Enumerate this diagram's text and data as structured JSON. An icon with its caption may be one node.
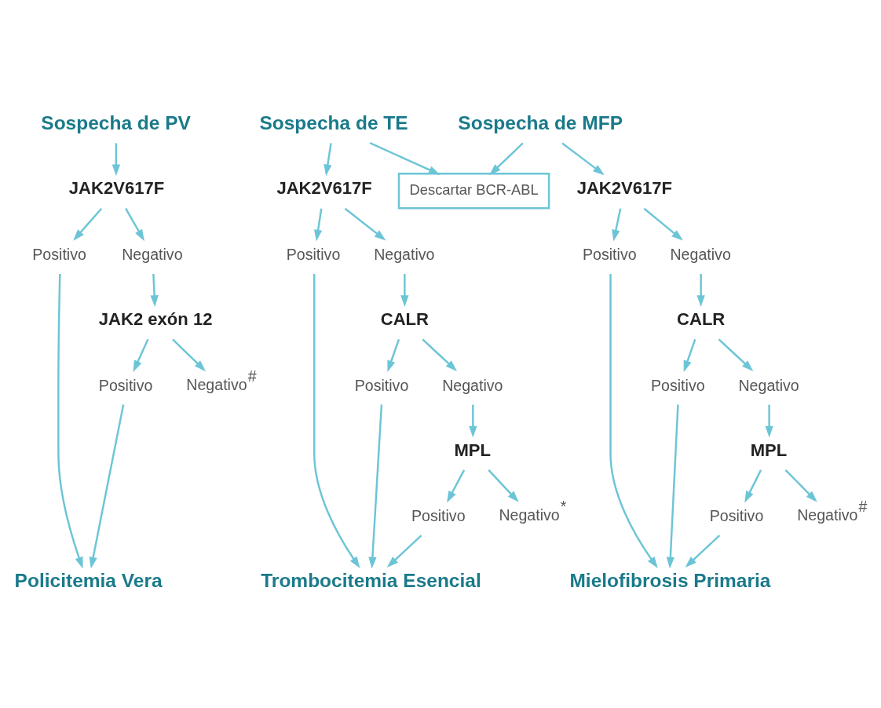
{
  "diagram": {
    "nodes": [
      {
        "text": [
          "Sospecha de PV"
        ]
      },
      {
        "text": [
          "Sospecha de TE"
        ]
      },
      {
        "text": [
          "Sospecha de MFP"
        ]
      },
      {
        "text": [
          "Descartar BCR-ABL"
        ]
      },
      {
        "text": [
          "JAK2V617F"
        ]
      },
      {
        "text": [
          "JAK2V617F"
        ]
      },
      {
        "text": [
          "JAK2V617F"
        ]
      },
      {
        "text": [
          "Positivo"
        ]
      },
      {
        "text": [
          "Negativo"
        ]
      },
      {
        "text": [
          "Positivo"
        ]
      },
      {
        "text": [
          "Negativo"
        ]
      },
      {
        "text": [
          "Positivo"
        ]
      },
      {
        "text": [
          "Negativo"
        ]
      },
      {
        "text": [
          "CALR"
        ]
      },
      {
        "text": [
          "CALR"
        ]
      },
      {
        "text": [
          "JAK2 exón 12"
        ]
      },
      {
        "text": [
          "Positivo"
        ]
      },
      {
        "text": [
          "Negativo"
        ]
      },
      {
        "text": [
          "Positivo"
        ]
      },
      {
        "text": [
          "Negativo"
        ]
      },
      {
        "text": [
          "Positivo"
        ]
      },
      {
        "text": [
          "Negativo$^{#}$"
        ]
      },
      {
        "text": [
          "MPL"
        ]
      },
      {
        "text": [
          "MPL"
        ]
      },
      {
        "text": [
          "Positivo"
        ]
      },
      {
        "text": [
          "Negativo$^{*}$"
        ]
      },
      {
        "text": [
          "Positivo"
        ]
      },
      {
        "text": [
          "Negativo$^{#}$"
        ]
      },
      {
        "text": [
          "Policitemia Vera"
        ]
      },
      {
        "text": [
          "Trombocitemia Esencial"
        ]
      },
      {
        "text": [
          "Mielofibrosis Primaria"
        ]
      }
    ],
    "edges": [
      {
        "from": 0,
        "to": 4,
        "arrow": "to"
      },
      {
        "from": 1,
        "to": 5,
        "arrow": "to"
      },
      {
        "from": 1,
        "to": 3,
        "arrow": "to"
      },
      {
        "from": 2,
        "to": 3,
        "arrow": "to"
      },
      {
        "from": 2,
        "to": 6,
        "arrow": "to"
      },
      {
        "from": 4,
        "to": 7,
        "arrow": "to"
      },
      {
        "from": 4,
        "to": 8,
        "arrow": "to"
      },
      {
        "from": 5,
        "to": 9,
        "arrow": "to"
      },
      {
        "from": 5,
        "to": 10,
        "arrow": "to"
      },
      {
        "from": 6,
        "to": 11,
        "arrow": "to"
      },
      {
        "from": 6,
        "to": 12,
        "arrow": "to"
      },
      {
        "from": 7,
        "to": 28,
        "arrow": "to"
      },
      {
        "from": 8,
        "to": 15,
        "arrow": "to"
      },
      {
        "from": 15,
        "to": 20,
        "arrow": "to"
      },
      {
        "from": 15,
        "to": 21,
        "arrow": "to"
      },
      {
        "from": 20,
        "to": 28,
        "arrow": "to"
      },
      {
        "from": 9,
        "to": 29,
        "arrow": "to"
      },
      {
        "from": 10,
        "to": 13,
        "arrow": "to"
      },
      {
        "from": 13,
        "to": 16,
        "arrow": "to"
      },
      {
        "from": 13,
        "to": 17,
        "arrow": "to"
      },
      {
        "from": 16,
        "to": 29,
        "arrow": "to"
      },
      {
        "from": 17,
        "to": 22,
        "arrow": "to"
      },
      {
        "from": 22,
        "to": 24,
        "arrow": "to"
      },
      {
        "from": 22,
        "to": 25,
        "arrow": "to"
      },
      {
        "from": 24,
        "to": 29,
        "arrow": "to"
      },
      {
        "from": 11,
        "to": 30,
        "arrow": "to"
      },
      {
        "from": 12,
        "to": 14,
        "arrow": "to"
      },
      {
        "from": 14,
        "to": 18,
        "arrow": "to"
      },
      {
        "from": 14,
        "to": 19,
        "arrow": "to"
      },
      {
        "from": 18,
        "to": 30,
        "arrow": "to"
      },
      {
        "from": 19,
        "to": 23,
        "arrow": "to"
      },
      {
        "from": 23,
        "to": 26,
        "arrow": "to"
      },
      {
        "from": 23,
        "to": 27,
        "arrow": "to"
      },
      {
        "from": 26,
        "to": 30,
        "arrow": "to"
      }
    ]
  }
}
